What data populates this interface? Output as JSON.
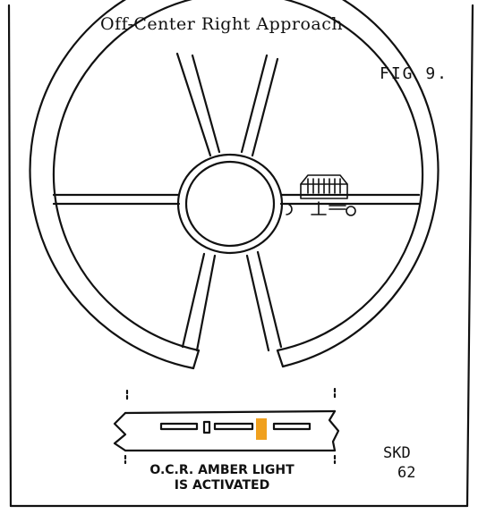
{
  "diagram": {
    "title": "Off-Center Right Approach",
    "figure_label": "FIG 9.",
    "caption_line1": "O.C.R. AMBER LIGHT",
    "caption_line2": "IS ACTIVATED",
    "signature_line1": "SKD",
    "signature_line2": "62",
    "colors": {
      "ink": "#111111",
      "paper": "#ffffff",
      "amber_light": "#f0a01e"
    }
  }
}
